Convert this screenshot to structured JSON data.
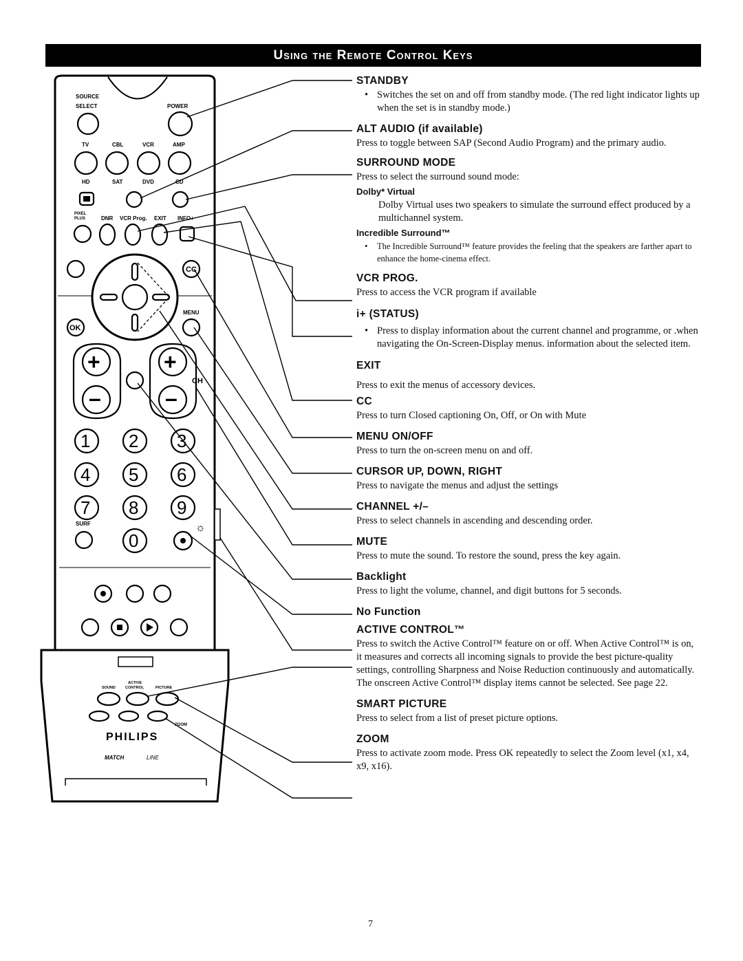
{
  "banner": {
    "title": "Using the Remote Control Keys"
  },
  "remote": {
    "labels": {
      "source_select_1": "SOURCE",
      "source_select_2": "SELECT",
      "power": "POWER",
      "tv": "TV",
      "cbl": "CBL",
      "vcr": "VCR",
      "amp": "AMP",
      "hd": "HD",
      "sat": "SAT",
      "dvd": "DVD",
      "cd": "CD",
      "pixel_1": "PIXEL",
      "pixel_2": "PLUS",
      "dnr": "DNR",
      "vcr_prog": "VCR Prog.",
      "exit": "EXIT",
      "info": "INFO+",
      "cc": "CC",
      "ok": "OK",
      "menu": "MENU",
      "ch": "CH",
      "surf": "SURF",
      "d1": "1",
      "d2": "2",
      "d3": "3",
      "d4": "4",
      "d5": "5",
      "d6": "6",
      "d7": "7",
      "d8": "8",
      "d9": "9",
      "d0": "0",
      "active_1": "ACTIVE",
      "sound": "SOUND",
      "control": "CONTROL",
      "picture": "PICTURE",
      "zoom": "ZOOM",
      "brand": "PHILIPS",
      "match": "MATCH",
      "line": "LINE"
    }
  },
  "sections": {
    "standby": {
      "title": "STANDBY",
      "bullet": "Switches the set on and off from standby mode. (The red light indicator lights up when the set is in standby mode.)"
    },
    "alt_audio": {
      "title": "ALT AUDIO (if available)",
      "text": "Press to toggle between SAP (Second Audio Program) and the primary audio."
    },
    "surround": {
      "title": "SURROUND MODE",
      "text": "Press to select the surround sound mode:",
      "sub1_title": "Dolby* Virtual",
      "sub1_text": "Dolby Virtual uses two speakers to simulate the surround effect produced by a multichannel system.",
      "sub2_title": "Incredible Surround™",
      "sub2_bullet": "The Incredible Surround™ feature provides the feeling that the speakers are farther apart to enhance the home-cinema effect."
    },
    "vcr_prog": {
      "title": "VCR PROG.",
      "text": "Press to access the VCR program if available"
    },
    "status": {
      "title": "i+ (STATUS)",
      "bullet": "Press to display information about the current channel and programme, or .when navigating the On-Screen-Display menus. information about the selected item."
    },
    "exit": {
      "title": "EXIT",
      "text": "Press to exit the menus of accessory devices."
    },
    "cc": {
      "title": "CC",
      "text": "Press to turn Closed captioning On, Off, or On with Mute"
    },
    "menu": {
      "title": "MENU ON/OFF",
      "text": "Press to turn the on-screen menu on and off."
    },
    "cursor": {
      "title": "CURSOR UP, DOWN, RIGHT",
      "text": "Press to navigate the menus and adjust the settings"
    },
    "channel": {
      "title": "CHANNEL +/–",
      "text": "Press to select channels in ascending and descending order."
    },
    "mute": {
      "title": "MUTE",
      "text": "Press to mute the sound. To restore the sound, press the key again."
    },
    "backlight": {
      "title": "Backlight",
      "text": "Press to light the volume, channel, and digit buttons for 5 seconds."
    },
    "no_function": {
      "title": "No Function"
    },
    "active_control": {
      "title": "ACTIVE CONTROL™",
      "text": "Press to switch the Active Control™ feature on or off. When Active Control™ is on, it measures and corrects all incoming signals to provide the best picture-quality settings, controlling Sharpness and Noise Reduction continuously and automatically. The onscreen Active Control™ display items cannot be selected. See page 22."
    },
    "smart_picture": {
      "title": "SMART PICTURE",
      "text": "Press to select from a list of preset picture options."
    },
    "zoom": {
      "title": "ZOOM",
      "text": "Press to activate zoom mode.  Press OK repeatedly to select the Zoom level (x1, x4, x9, x16)."
    }
  },
  "page": {
    "number": "7"
  }
}
